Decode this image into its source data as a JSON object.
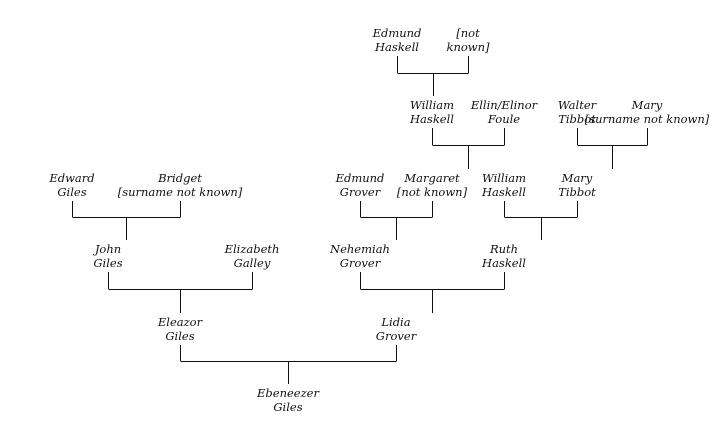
{
  "people": [
    {
      "id": "edmund-haskell",
      "line1": "Edmund",
      "line2": "Haskell"
    },
    {
      "id": "not-known-1",
      "line1": "[not",
      "line2": "known]"
    },
    {
      "id": "william-haskell-sr",
      "line1": "William",
      "line2": "Haskell"
    },
    {
      "id": "ellin-foule",
      "line1": "Ellin/Elinor",
      "line2": "Foule"
    },
    {
      "id": "walter-tibbot",
      "line1": "Walter",
      "line2": "Tibbot"
    },
    {
      "id": "mary-surname-unknown",
      "line1": "Mary",
      "line2": "[surname not known]"
    },
    {
      "id": "edward-giles",
      "line1": "Edward",
      "line2": "Giles"
    },
    {
      "id": "bridget",
      "line1": "Bridget",
      "line2": "[surname not known]"
    },
    {
      "id": "edmund-grover",
      "line1": "Edmund",
      "line2": "Grover"
    },
    {
      "id": "margaret",
      "line1": "Margaret",
      "line2": "[not known]"
    },
    {
      "id": "william-haskell-jr",
      "line1": "William",
      "line2": "Haskell"
    },
    {
      "id": "mary-tibbot",
      "line1": "Mary",
      "line2": "Tibbot"
    },
    {
      "id": "john-giles",
      "line1": "John",
      "line2": "Giles"
    },
    {
      "id": "elizabeth-galley",
      "line1": "Elizabeth",
      "line2": "Galley"
    },
    {
      "id": "nehemiah-grover",
      "line1": "Nehemiah",
      "line2": "Grover"
    },
    {
      "id": "ruth-haskell",
      "line1": "Ruth",
      "line2": "Haskell"
    },
    {
      "id": "eleazor-giles",
      "line1": "Eleazor",
      "line2": "Giles"
    },
    {
      "id": "lidia-grover",
      "line1": "Lidia",
      "line2": "Grover"
    },
    {
      "id": "ebeneezer-giles",
      "line1": "Ebeneezer",
      "line2": "Giles"
    }
  ],
  "unions": [
    {
      "id": "haskell-unknown",
      "partners": [
        "edmund-haskell",
        "not-known-1"
      ],
      "children": [
        "william-haskell-sr"
      ]
    },
    {
      "id": "haskell-foule",
      "partners": [
        "william-haskell-sr",
        "ellin-foule"
      ],
      "children": [
        "william-haskell-jr"
      ]
    },
    {
      "id": "tibbot-mary",
      "partners": [
        "walter-tibbot",
        "mary-surname-unknown"
      ],
      "children": [
        "mary-tibbot"
      ]
    },
    {
      "id": "giles-bridget",
      "partners": [
        "edward-giles",
        "bridget"
      ],
      "children": [
        "john-giles"
      ]
    },
    {
      "id": "grover-margaret",
      "partners": [
        "edmund-grover",
        "margaret"
      ],
      "children": [
        "nehemiah-grover"
      ]
    },
    {
      "id": "haskell-tibbot",
      "partners": [
        "william-haskell-jr",
        "mary-tibbot"
      ],
      "children": [
        "ruth-haskell"
      ]
    },
    {
      "id": "giles-galley",
      "partners": [
        "john-giles",
        "elizabeth-galley"
      ],
      "children": [
        "eleazor-giles"
      ]
    },
    {
      "id": "grover-haskell",
      "partners": [
        "nehemiah-grover",
        "ruth-haskell"
      ],
      "children": [
        "lidia-grover"
      ]
    },
    {
      "id": "giles-grover",
      "partners": [
        "eleazor-giles",
        "lidia-grover"
      ],
      "children": [
        "ebeneezer-giles"
      ]
    }
  ]
}
